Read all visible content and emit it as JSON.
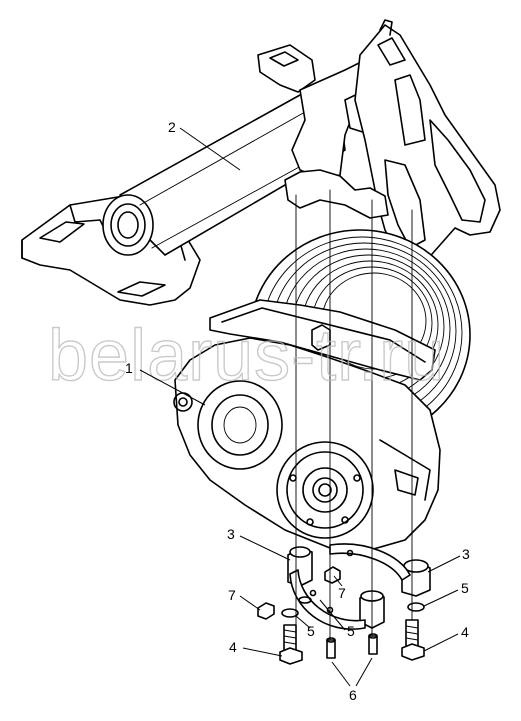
{
  "watermark": {
    "text": "belarus-tr.ru",
    "color": "#b9b9b9"
  },
  "callouts": [
    {
      "id": "c2",
      "label": "2"
    },
    {
      "id": "c1",
      "label": "1"
    },
    {
      "id": "c3a",
      "label": "3"
    },
    {
      "id": "c3b",
      "label": "3"
    },
    {
      "id": "c7a",
      "label": "7"
    },
    {
      "id": "c7b",
      "label": "7"
    },
    {
      "id": "c5a",
      "label": "5"
    },
    {
      "id": "c5b",
      "label": "5"
    },
    {
      "id": "c5c",
      "label": "5"
    },
    {
      "id": "c4a",
      "label": "4"
    },
    {
      "id": "c4b",
      "label": "4"
    },
    {
      "id": "c6",
      "label": "6"
    }
  ]
}
